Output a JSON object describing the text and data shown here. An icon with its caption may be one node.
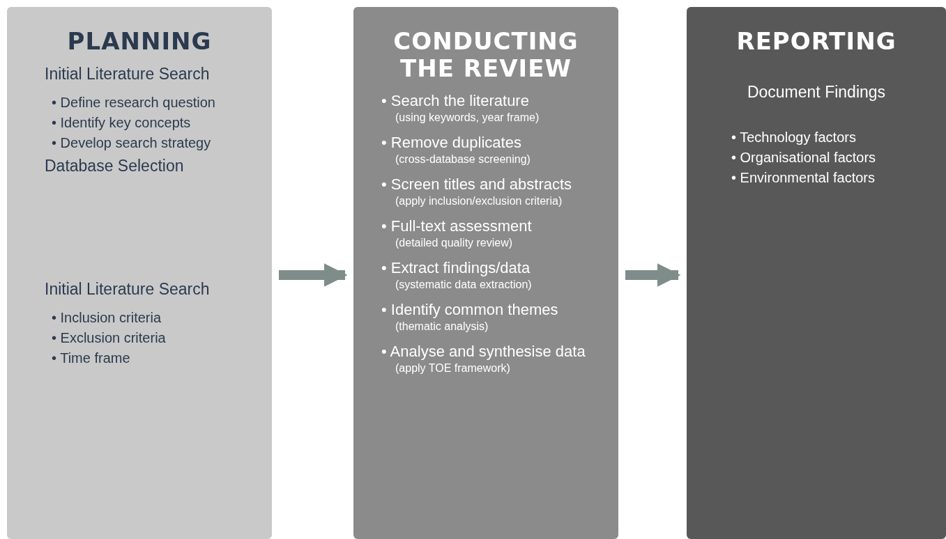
{
  "diagram": {
    "nodes": [
      {
        "text": [
          "PLANNING",
          "Initial Literature Search",
          "• Define research question",
          "• Identify key concepts",
          "• Develop search strategy",
          "Database Selection",
          "Initial Literature Search",
          "• Inclusion criteria",
          "• Exclusion criteria",
          "• Time frame"
        ]
      },
      {
        "text": [
          "CONDUCTING THE REVIEW",
          "• Search the literature",
          "(using keywords, year frame)",
          "• Remove duplicates",
          "(cross-database screening)",
          "• Screen titles and abstracts",
          "(apply inclusion/exclusion criteria)",
          "• Full-text assessment",
          "(detailed quality review)",
          "• Extract findings/data",
          "(systematic data extraction)",
          "• Identify common themes",
          "(thematic analysis)",
          "• Analyse and synthesise data",
          "(apply TOE framework)"
        ]
      },
      {
        "text": [
          "REPORTING",
          "Document Findings",
          "• Technology factors",
          "• Organisational factors",
          "• Environmental factors"
        ]
      }
    ],
    "edges": [
      {
        "from": 0,
        "to": 1,
        "arrow": "to"
      },
      {
        "from": 1,
        "to": 2,
        "arrow": "to"
      }
    ]
  }
}
